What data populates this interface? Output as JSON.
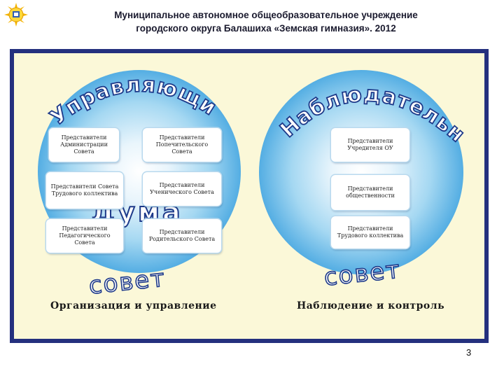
{
  "header": {
    "line1": "Муниципальное автономное общеобразовательное учреждение",
    "line2": "городского округа Балашиха «Земская гимназия». 2012"
  },
  "left": {
    "arc_word": "Управляющий",
    "word_duma": "Дума",
    "word_sovet": "совет",
    "caption": "Организация и управление",
    "boxes": [
      "Представители Администрации Совета",
      "Представители Попечительского Совета",
      "Представители Совета Трудового коллектива",
      "Представители Ученического Совета",
      "Представители Педагогического Совета",
      "Представители Родительского Совета"
    ]
  },
  "right": {
    "arc_word": "Наблюдательный",
    "word_sovet": "совет",
    "caption": "Наблюдение и контроль",
    "boxes": [
      "Представители Учредителя ОУ",
      "Представители общественности",
      "Представители Трудового коллектива"
    ]
  },
  "page_number": "3",
  "colors": {
    "frame": "#24307e",
    "panel": "#fbf8d8",
    "circle_edge": "#1f7dc2",
    "word_fill": "#ffffff",
    "word_stroke": "#1e3a8a"
  }
}
